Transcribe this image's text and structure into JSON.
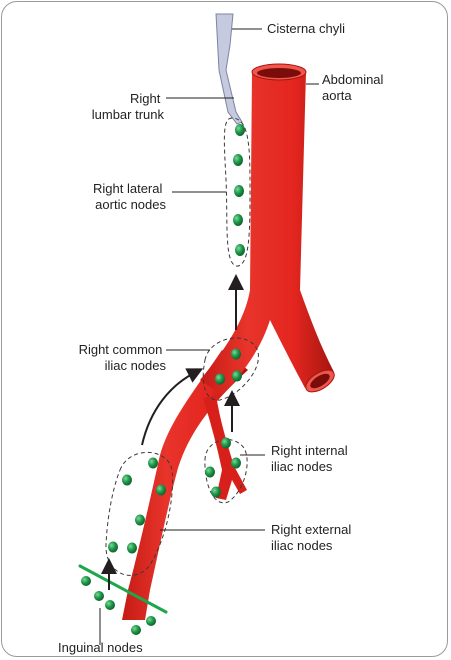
{
  "labels": {
    "cisterna_chyli": "Cisterna chyli",
    "abdominal_aorta": [
      "Abdominal",
      "aorta"
    ],
    "right_lumbar_trunk": [
      "Right",
      "lumbar trunk"
    ],
    "right_lateral_aortic_nodes": [
      "Right lateral",
      "aortic nodes"
    ],
    "right_common_iliac_nodes": [
      "Right common",
      "iliac nodes"
    ],
    "right_internal_iliac_nodes": [
      "Right internal",
      "iliac nodes"
    ],
    "right_external_iliac_nodes": [
      "Right external",
      "iliac nodes"
    ],
    "inguinal_nodes": "Inguinal nodes"
  },
  "colors": {
    "artery": "#e3261f",
    "artery_dark": "#b51a14",
    "node": "#1e9a4a",
    "inguinal_ligament": "#1ea64b",
    "lymph_duct": "#b9bfd6",
    "frame": "#9a9a9a"
  }
}
